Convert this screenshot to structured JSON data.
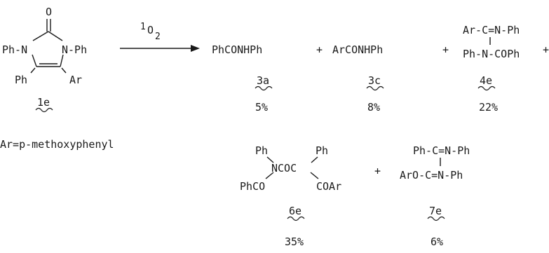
{
  "reactant": {
    "o_label": "O",
    "n1_label": "Ph-N",
    "n3_label": "N-Ph",
    "c5_sub": "Ph",
    "c4_sub": "Ar",
    "compound_id": "1e",
    "definition": "Ar=p-methoxyphenyl"
  },
  "reagent": {
    "base": "O",
    "superscript": "1",
    "subscript": "2"
  },
  "plus": "+",
  "products": [
    {
      "formula": "PhCONHPh",
      "id": "3a",
      "yield": "5%"
    },
    {
      "formula": "ArCONHPh",
      "id": "3c",
      "yield": "8%"
    },
    {
      "line1": "Ar-C=N-Ph",
      "line2": "Ph-N-COPh",
      "id": "4e",
      "yield": "22%"
    },
    {
      "ph_left": "Ph",
      "ph_right": "Ph",
      "center": "NCOC",
      "phco": "PhCO",
      "coar": "COAr",
      "id": "6e",
      "yield": "35%"
    },
    {
      "line1": "Ph-C=N-Ph",
      "line2": "ArO-C=N-Ph",
      "id": "7e",
      "yield": "6%"
    }
  ]
}
